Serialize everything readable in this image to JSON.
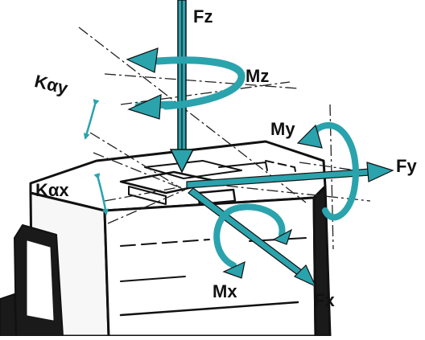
{
  "diagram": {
    "labels": {
      "fz": "Fz",
      "mz": "Mz",
      "my": "My",
      "fy": "Fy",
      "mx": "Mx",
      "fx": "Fx",
      "k_alpha_y": "Kαy",
      "k_alpha_x": "Kαx"
    },
    "colors": {
      "force_arrow": "#2aa3ad",
      "outline": "#111111",
      "dashed_axis": "#222222",
      "background": "#ffffff"
    },
    "icons": [
      "force-arrow-fz",
      "moment-arrow-mz",
      "moment-arrow-my",
      "force-arrow-fy",
      "moment-arrow-mx",
      "force-arrow-fx"
    ]
  }
}
